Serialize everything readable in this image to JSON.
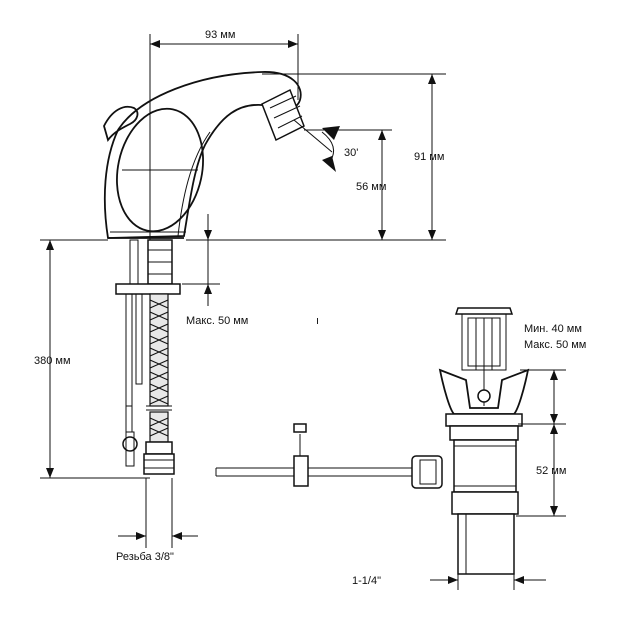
{
  "dimensions": {
    "spout_reach": "93 мм",
    "height_total": "91 мм",
    "height_outlet": "56 мм",
    "angle": "30'",
    "mount_thickness": "Макс. 50 мм",
    "hose_length": "380 мм",
    "thread": "Резьба  3/8\"",
    "drain_min": "Мин. 40 мм",
    "drain_max": "Макс. 50 мм",
    "drain_length": "52 мм",
    "drain_pipe": "1-1/4\""
  },
  "stray_mark": "ı"
}
